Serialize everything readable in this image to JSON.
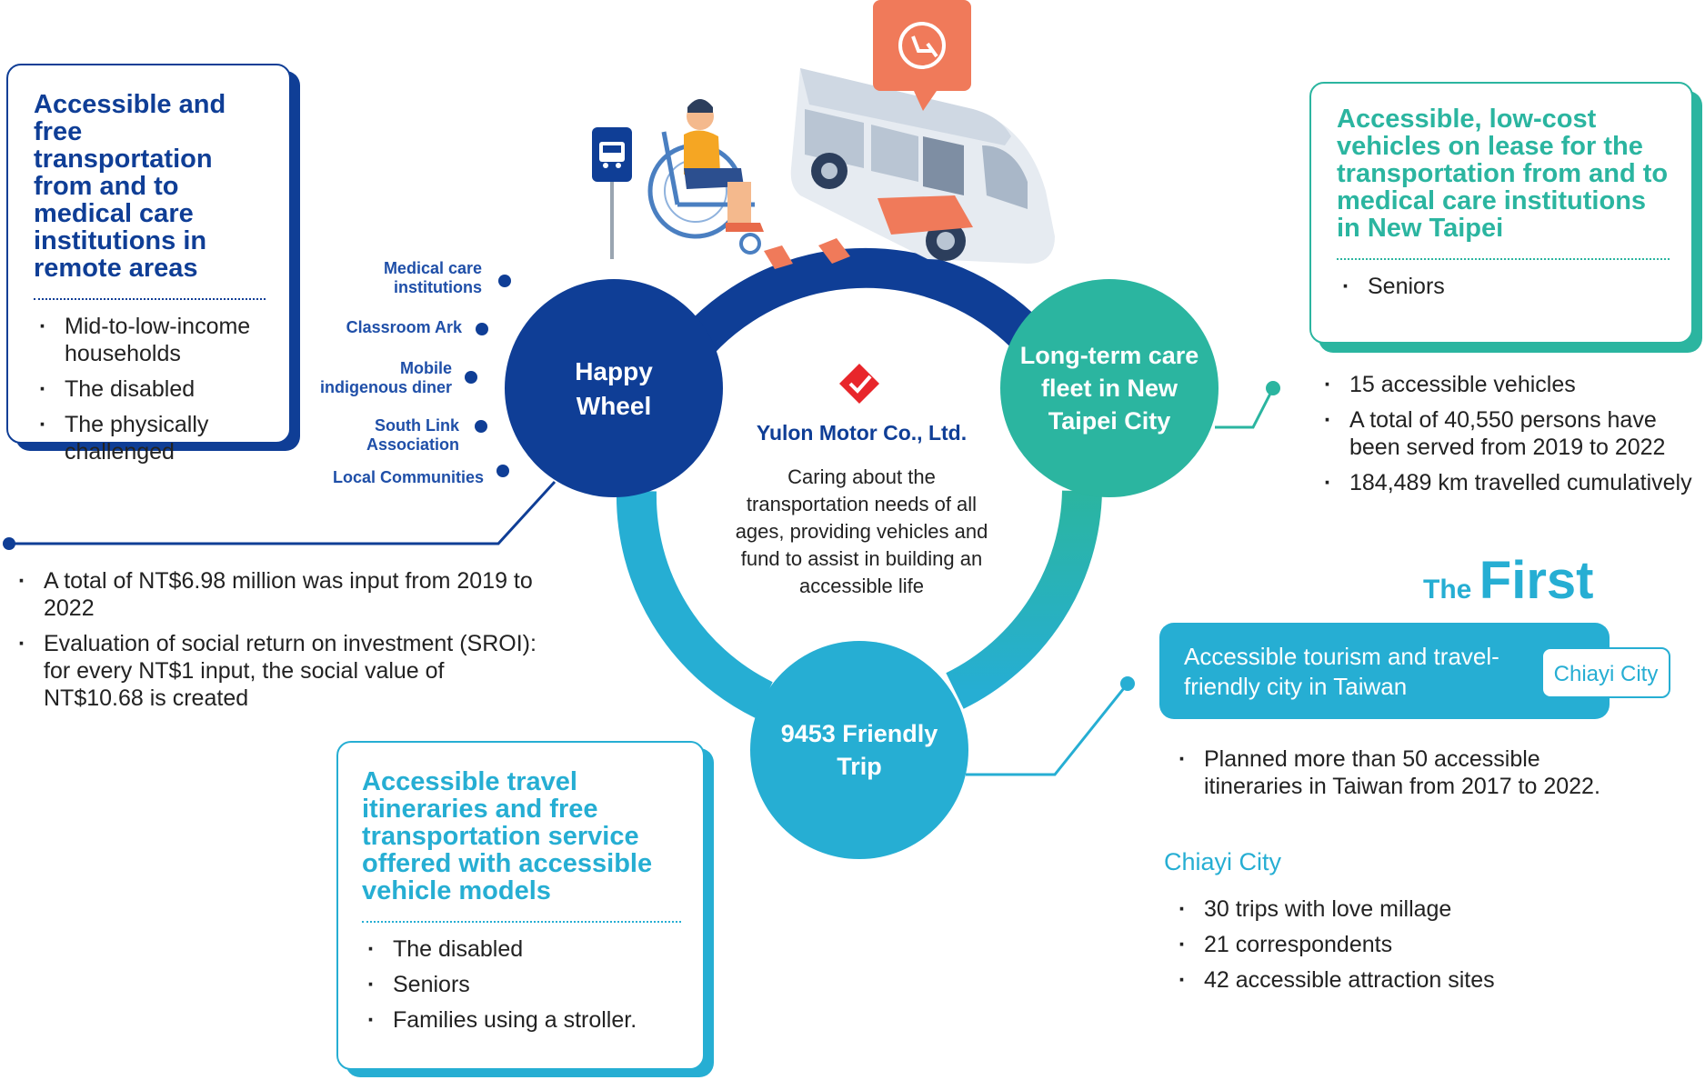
{
  "center": {
    "company": "Yulon Motor Co., Ltd.",
    "mission": "Caring about the transportation needs of all ages, providing vehicles and  fund to assist in building an  accessible life"
  },
  "happy_wheel": {
    "name": "Happy Wheel",
    "spokes": [
      "Medical care institutions",
      "Classroom Ark",
      "Mobile indigenous diner",
      "South Link Association",
      "Local Communities"
    ],
    "card_title": "Accessible and free transportation from and to  medical care institutions in remote areas",
    "beneficiaries": [
      "Mid-to-low-income households",
      "The disabled",
      "The physically challenged"
    ],
    "results": [
      "A total of NT$6.98 million was input from 2019 to 2022",
      "Evaluation of social return on investment (SROI): for  every NT$1 input, the social value of NT$10.68 is  created"
    ]
  },
  "long_term_care": {
    "name": "Long-term care fleet in New Taipei City",
    "card_title": "Accessible, low-cost vehicles on  lease for the transportation from  and to medical care institutions in  New Taipei",
    "beneficiaries": [
      "Seniors"
    ],
    "results": [
      "15 accessible vehicles",
      "A total of 40,550 persons have been served  from 2019 to 2022",
      "184,489 km travelled cumulatively"
    ]
  },
  "friendly_trip": {
    "name": "9453 Friendly Trip",
    "card_title": "Accessible travel itineraries and free transportation service offered with  accessible vehicle models",
    "beneficiaries": [
      "The disabled",
      "Seniors",
      "Families using a stroller."
    ],
    "first_prefix": "The",
    "first_word": "First",
    "banner_text": "Accessible tourism and travel-friendly city in Taiwan",
    "banner_tag": "Chiayi City",
    "results": [
      "Planned more than 50 accessible itineraries in Taiwan from 2017 to 2022."
    ],
    "city_heading": "Chiayi City",
    "city_items": [
      "30 trips with love millage",
      "21 correspondents",
      "42 accessible attraction sites"
    ]
  },
  "colors": {
    "navy": "#0f3e96",
    "teal": "#2bb5a0",
    "cyan": "#26aed3",
    "red": "#e8262b",
    "orange": "#f07a5a"
  }
}
